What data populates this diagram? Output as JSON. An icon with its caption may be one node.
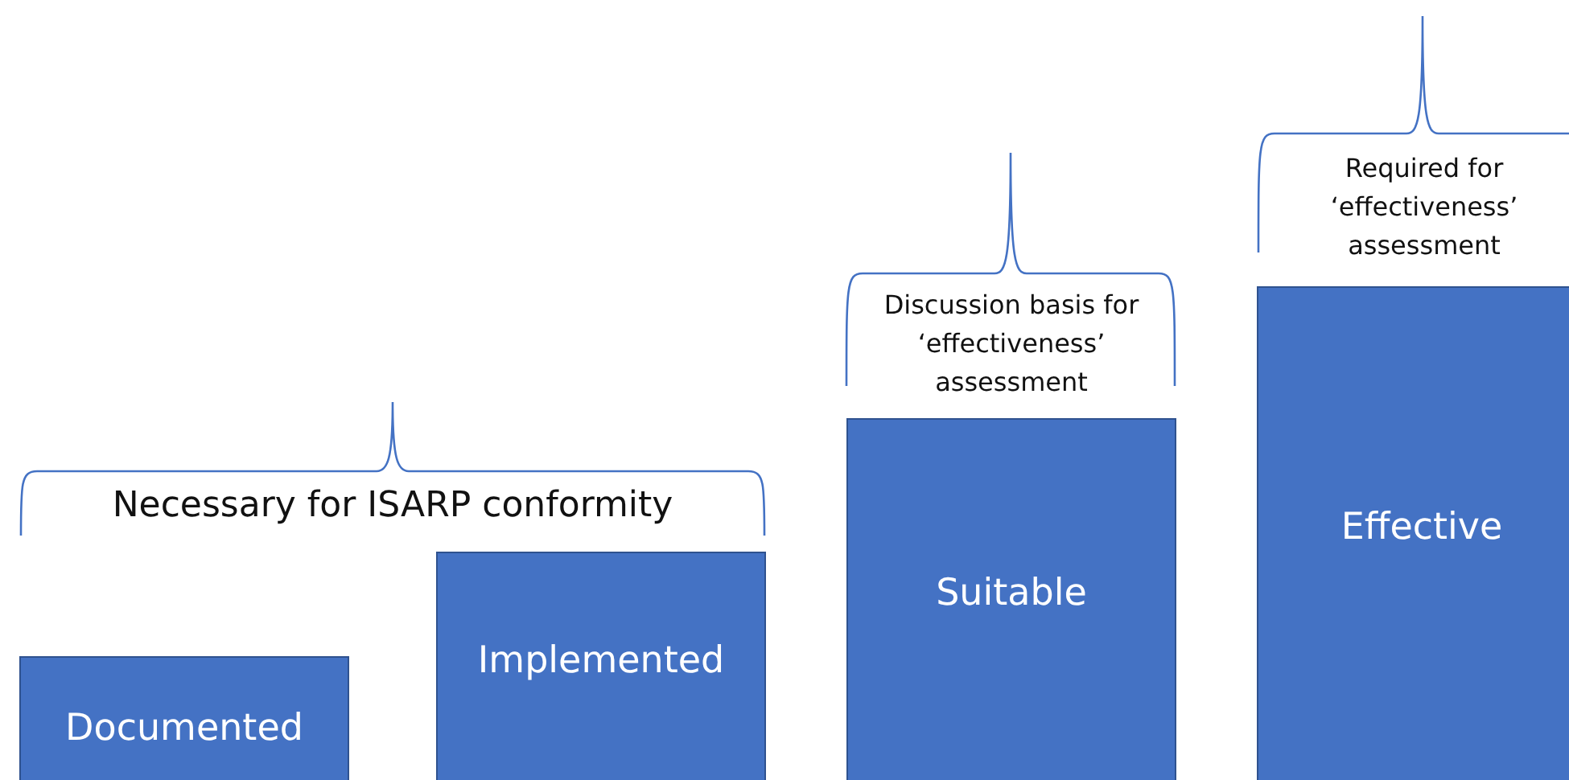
{
  "diagram": {
    "nodes": [
      {
        "text": [
          "Documented"
        ]
      },
      {
        "text": [
          "Implemented"
        ]
      },
      {
        "text": [
          "Suitable"
        ]
      },
      {
        "text": [
          "Effective"
        ]
      }
    ],
    "labels": [
      "Required for ‘effectiveness’ assessment",
      "Discussion basis for ‘effectiveness’ assessment",
      "Necessary for ISARP conformity"
    ]
  }
}
